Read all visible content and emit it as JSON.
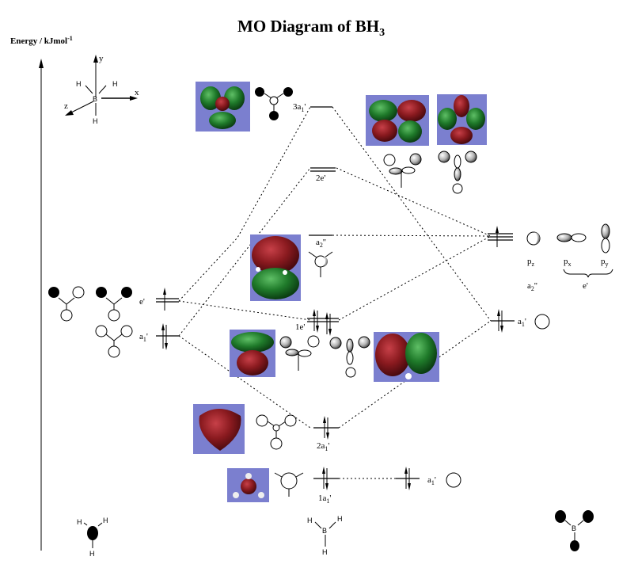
{
  "title": {
    "main": "MO Diagram of BH",
    "subscript": "3"
  },
  "energy_axis": {
    "label": "Energy / kJmol",
    "superscript": "-1"
  },
  "axes_legend": {
    "x": "x",
    "y": "y",
    "z": "z",
    "center": "B",
    "h": "H"
  },
  "ligand_orbitals": {
    "e_prime": {
      "label": "e'"
    },
    "a1_prime": {
      "label": "a",
      "sub": "1",
      "prime": "'"
    }
  },
  "mo_levels": [
    {
      "id": "3a1p",
      "label": "3a",
      "sub": "1",
      "prime": "'",
      "electrons": 0,
      "degenerate": 1
    },
    {
      "id": "2ep",
      "label": "2e'",
      "electrons": 0,
      "degenerate": 2
    },
    {
      "id": "a2pp",
      "label": "a",
      "sub": "2",
      "prime": "''",
      "electrons": 0,
      "degenerate": 1
    },
    {
      "id": "1ep",
      "label": "1e'",
      "electrons": 4,
      "degenerate": 2
    },
    {
      "id": "2a1p",
      "label": "2a",
      "sub": "1",
      "prime": "'",
      "electrons": 2,
      "degenerate": 1
    },
    {
      "id": "1a1p",
      "label": "1a",
      "sub": "1",
      "prime": "'",
      "electrons": 2,
      "degenerate": 1
    }
  ],
  "boron_orbitals": {
    "p_set": {
      "pz": "p",
      "pz_sub": "z",
      "px": "p",
      "px_sub": "x",
      "py": "p",
      "py_sub": "y",
      "a2": "a",
      "a2_sub": "2",
      "a2_prime": "''",
      "e": "e'"
    },
    "s_valence": {
      "label": "a",
      "sub": "1",
      "prime": "'"
    },
    "s_core": {
      "label": "a",
      "sub": "1",
      "prime": "'"
    }
  },
  "bottom_molecules": {
    "h3": "H",
    "bh3_b": "B",
    "bh3_h": "H",
    "boron": "B"
  },
  "colors": {
    "orbital_bg": "#7b7fcf",
    "lobe_red": "#8a1a1f",
    "lobe_green": "#1f7a2a"
  }
}
